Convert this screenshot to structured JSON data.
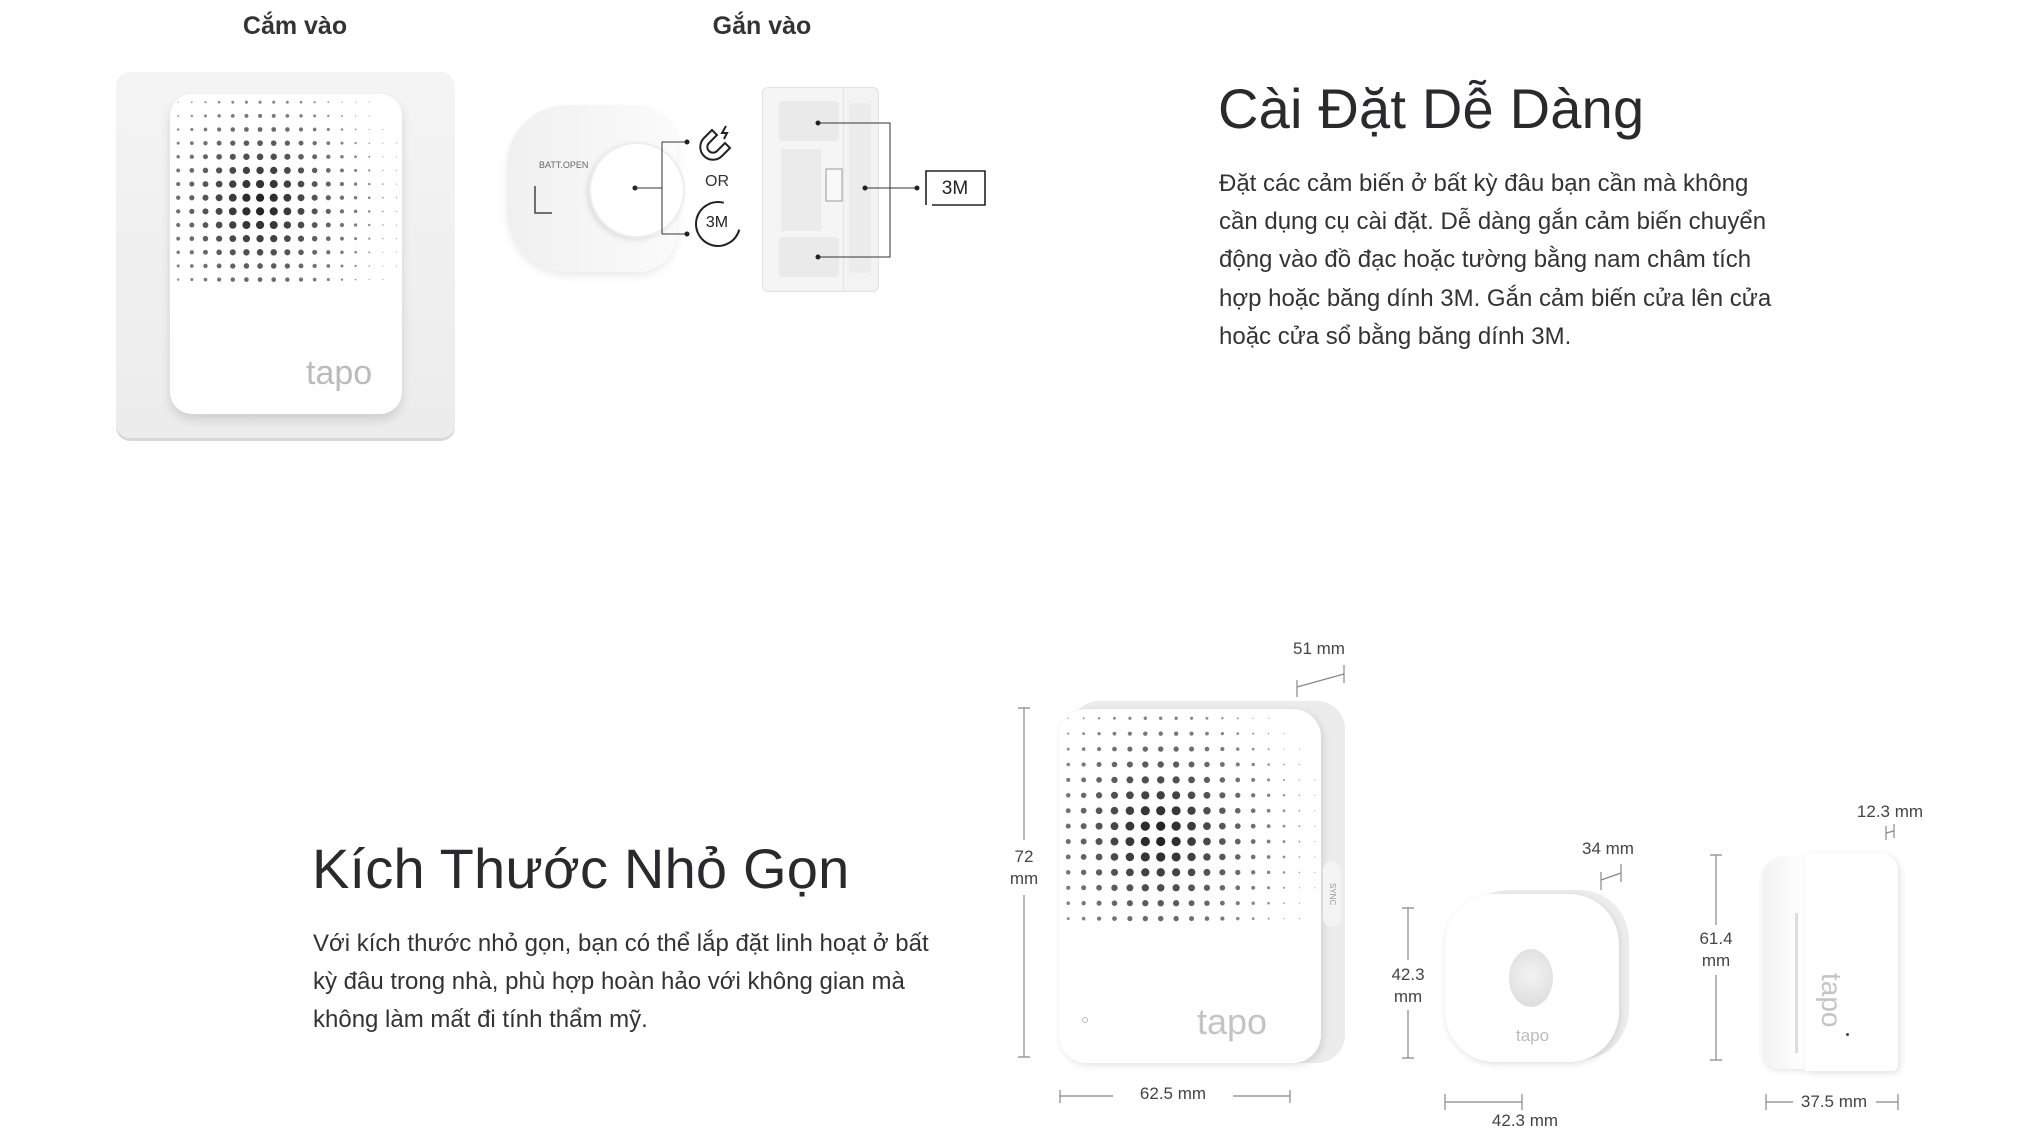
{
  "install": {
    "plug_in_label": "Cắm vào",
    "mount_label": "Gắn vào",
    "hub_logo": "tapo",
    "batt_label": "BATT.OPEN",
    "or_label": "OR",
    "tape_label": "3M",
    "door_tape_label": "3M",
    "title": "Cài Đặt Dễ Dàng",
    "description": "Đặt các cảm biến ở bất kỳ đâu bạn cần mà không cần dụng cụ cài đặt. Dễ dàng gắn cảm biến chuyển động vào đồ đạc hoặc tường bằng nam châm tích hợp hoặc băng dính 3M. Gắn cảm biến cửa lên cửa hoặc cửa sổ bằng băng dính 3M.",
    "icons": [
      "magnet-icon",
      "tape-3m-icon"
    ]
  },
  "size": {
    "title": "Kích Thước Nhỏ Gọn",
    "description": "Với kích thước nhỏ gọn, bạn có thể lắp đặt linh hoạt ở bất kỳ đâu trong nhà, phù hợp hoàn hảo với không gian mà không làm mất đi tính thẩm mỹ.",
    "hub": {
      "depth": "51 mm",
      "height_value": "72",
      "height_unit": "mm",
      "width": "62.5 mm",
      "logo": "tapo",
      "sync_label": "SYNC"
    },
    "motion_sensor": {
      "depth": "34 mm",
      "height_value": "42.3",
      "height_unit": "mm",
      "width": "42.3 mm",
      "logo": "tapo"
    },
    "door_sensor": {
      "depth": "12.3 mm",
      "height_value": "61.4",
      "height_unit": "mm",
      "width": "37.5 mm",
      "logo": "tapo"
    }
  }
}
